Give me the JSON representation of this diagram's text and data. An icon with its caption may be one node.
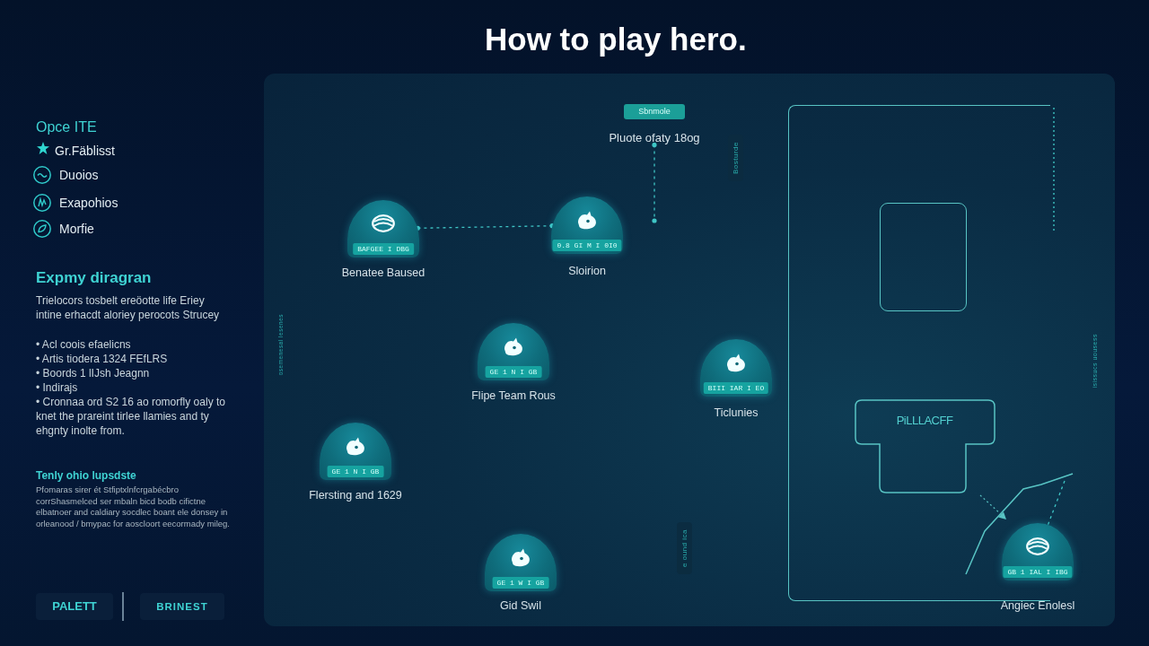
{
  "diagram": {
    "title": "How to play hero.",
    "nodes": [
      {
        "text": [
          "Sbnmole"
        ],
        "beside": [
          "Pluote ofaty 18og"
        ]
      },
      {
        "text": [],
        "shape": "box"
      },
      {
        "text": [],
        "shape": "box",
        "in": 1
      },
      {
        "text": [
          "BAFGEE I DBG"
        ],
        "beside": [
          "Benatee Baused"
        ]
      },
      {
        "text": [
          "0.8 GI M I 0I0"
        ],
        "beside": [
          "Sloirion"
        ]
      },
      {
        "text": [
          "GE 1 N I GB"
        ],
        "beside": [
          "Flipe Team Rous"
        ]
      },
      {
        "text": [
          "BIII IAR I EO"
        ],
        "beside": [
          "Ticlunies"
        ]
      },
      {
        "text": [
          "PiLLLACFF"
        ],
        "in": 1
      },
      {
        "text": [
          "GE 1 N I GB"
        ],
        "beside": [
          "Flersting and 1629"
        ]
      },
      {
        "text": [
          "GE 1 W I GB"
        ],
        "beside": [
          "Gid Swil"
        ]
      },
      {
        "text": [
          "GB 1 IAL I IBG"
        ],
        "beside": [
          "Angiec Enolesl"
        ]
      }
    ],
    "edges": [
      {
        "from": 3,
        "to": 4,
        "arrow": "other",
        "style": "dashed"
      },
      {
        "from": 0,
        "to": null,
        "arrow": "other",
        "style": "dashed"
      },
      {
        "from": null,
        "to": 10,
        "arrow": "none",
        "style": "dashed"
      }
    ],
    "labels": [
      "Opce ITE",
      "Gr.Fäblisst",
      "Duoios",
      "Exapohios",
      "Morfie",
      "Expmy diragran",
      "Trielocors tosbelt ereöotte life Eriey intine erhacdt aloriey perocots Strucey",
      "• Acl coois efaelicns",
      "• Artis tiodera 1324 FEfLRS",
      "• Boords 1 lIJsh Jeagnn",
      "• Indirajs",
      "• Cronnaa ord S2 16 ao romorfly oaly to knet the prareint tirlee llamies and ty ehgnty inolte from.",
      "Tenly ohio lupsdste",
      "Pfomaras sirer ét Stfiptxlnfcrgabécbro corrShasmelced ser mbaln bicd bodb cifictne elbatnoer and caldiary socdlec boant ele donsey in orleanood / bmypac for aoscloort eecormady mileg.",
      "PALETT",
      "BRINEST",
      "Bosturde",
      "osemenesal lesenes",
      "isissucs uousess",
      "e ound ica"
    ]
  }
}
